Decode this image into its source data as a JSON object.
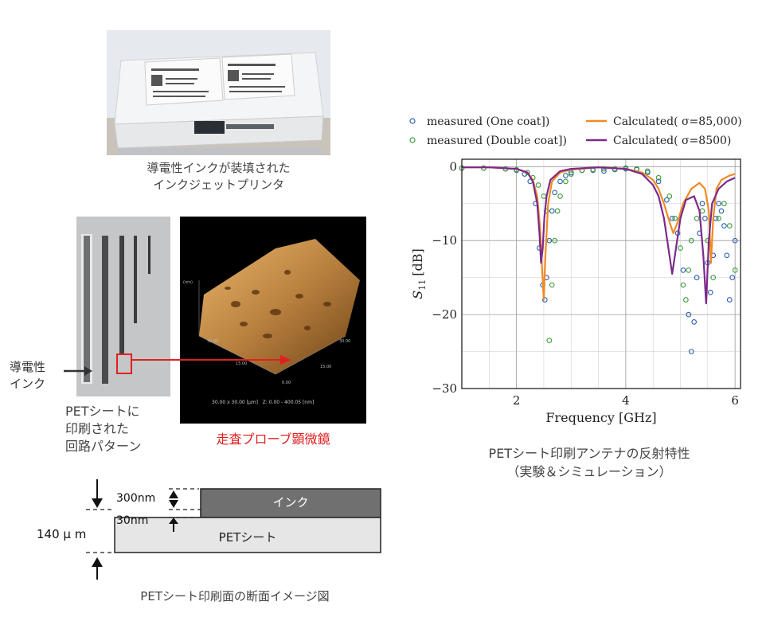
{
  "printer_caption": [
    "導電性インクが装填された",
    "インクジェットプリンタ"
  ],
  "ink_label": [
    "導電性",
    "インク"
  ],
  "pattern_caption": [
    "PETシートに",
    "印刷された",
    "回路パターン"
  ],
  "afm_caption": "走査プローブ顕微鏡",
  "afm_labels": {
    "z_axis": "(nm)",
    "tick_a": "30.00",
    "tick_b": "30.00",
    "tick_c": "15.00",
    "tick_d": "15.00",
    "tick_e": "0.00",
    "footer": "30.00 x 30.00 [μm]   Z: 0.00 - 400.05 [nm]"
  },
  "cross_section": {
    "ink_label": "インク",
    "pet_label": "PETシート",
    "dim_300": "300nm",
    "dim_30": "30nm",
    "dim_140": "140 μ m",
    "caption": "PETシート印刷面の断面イメージ図"
  },
  "chart_caption": [
    "PETシート印刷アンテナの反射特性",
    "（実験＆シミュレーション）"
  ],
  "colors": {
    "measured_one": "#2a5fb0",
    "measured_double": "#3c9a3c",
    "calc_85000": "#f08a24",
    "calc_8500": "#7b2a8a",
    "arrow_red": "#e02020",
    "afm_caption_red": "#e02020"
  },
  "chart_data": {
    "type": "line",
    "xlabel": "Frequency [GHz]",
    "ylabel": "S11 [dB]",
    "ylabel_main": "S",
    "ylabel_sub": "11",
    "ylabel_unit": "[dB]",
    "xlim": [
      1,
      6.1
    ],
    "ylim": [
      -30,
      1
    ],
    "xticks": [
      2,
      4,
      6
    ],
    "yticks": [
      0,
      -10,
      -20,
      -30
    ],
    "yticklabels": [
      "0",
      "−10",
      "−20",
      "−30"
    ],
    "grid": true,
    "legend_placement": "top",
    "series": [
      {
        "name": "measured (One coat])",
        "kind": "scatter",
        "x": [
          1.0,
          1.4,
          1.8,
          2.0,
          2.15,
          2.25,
          2.35,
          2.42,
          2.48,
          2.52,
          2.55,
          2.6,
          2.65,
          2.7,
          2.8,
          2.9,
          3.0,
          3.2,
          3.4,
          3.6,
          3.8,
          4.0,
          4.2,
          4.4,
          4.6,
          4.75,
          4.85,
          4.95,
          5.05,
          5.15,
          5.2,
          5.25,
          5.3,
          5.35,
          5.4,
          5.45,
          5.5,
          5.55,
          5.6,
          5.65,
          5.7,
          5.75,
          5.8,
          5.85,
          5.9,
          5.95,
          6.0
        ],
        "y": [
          -0.2,
          -0.2,
          -0.3,
          -0.5,
          -1.0,
          -2.0,
          -5.0,
          -11.0,
          -16.0,
          -18.0,
          -15.0,
          -10.0,
          -6.0,
          -3.5,
          -2.0,
          -1.2,
          -0.8,
          -0.5,
          -0.5,
          -0.6,
          -0.4,
          -0.3,
          -0.4,
          -0.8,
          -2.0,
          -4.5,
          -7.0,
          -9.0,
          -14.0,
          -20.0,
          -25.0,
          -21.0,
          -15.0,
          -9.0,
          -5.0,
          -7.0,
          -13.0,
          -17.0,
          -12.0,
          -7.0,
          -5.0,
          -6.0,
          -8.0,
          -12.0,
          -18.0,
          -15.0,
          -10.0
        ]
      },
      {
        "name": "measured (Double coat])",
        "kind": "scatter",
        "x": [
          1.0,
          1.4,
          1.8,
          2.0,
          2.2,
          2.3,
          2.4,
          2.5,
          2.55,
          2.6,
          2.65,
          2.7,
          2.75,
          2.8,
          2.9,
          3.0,
          3.2,
          3.4,
          3.6,
          3.8,
          4.0,
          4.2,
          4.4,
          4.6,
          4.8,
          4.9,
          5.0,
          5.05,
          5.1,
          5.15,
          5.2,
          5.3,
          5.4,
          5.5,
          5.6,
          5.7,
          5.8,
          5.9,
          6.0
        ],
        "y": [
          -0.2,
          -0.2,
          -0.3,
          -0.4,
          -0.8,
          -1.5,
          -2.5,
          -4.0,
          -6.0,
          -23.5,
          -16.0,
          -10.0,
          -6.0,
          -4.0,
          -2.0,
          -1.0,
          -0.5,
          -0.4,
          -0.3,
          -0.3,
          -0.2,
          -0.3,
          -0.6,
          -1.5,
          -4.0,
          -7.0,
          -11.0,
          -16.0,
          -18.0,
          -14.0,
          -10.0,
          -7.0,
          -6.0,
          -10.0,
          -15.0,
          -7.0,
          -5.0,
          -8.0,
          -14.0
        ]
      },
      {
        "name": "Calculated( σ=85,000)",
        "kind": "line",
        "x": [
          1.0,
          1.5,
          2.0,
          2.2,
          2.3,
          2.38,
          2.43,
          2.47,
          2.5,
          2.53,
          2.58,
          2.65,
          2.8,
          3.0,
          3.5,
          4.0,
          4.3,
          4.5,
          4.6,
          4.7,
          4.8,
          4.87,
          4.95,
          5.05,
          5.2,
          5.35,
          5.45,
          5.52,
          5.56,
          5.6,
          5.66,
          5.75,
          5.9,
          6.0
        ],
        "y": [
          -0.1,
          -0.1,
          -0.3,
          -0.8,
          -1.8,
          -4.0,
          -8.0,
          -14.0,
          -18.0,
          -12.0,
          -5.0,
          -2.0,
          -0.8,
          -0.4,
          -0.1,
          -0.3,
          -0.8,
          -1.8,
          -3.0,
          -5.0,
          -7.5,
          -9.0,
          -7.5,
          -5.0,
          -3.0,
          -2.2,
          -3.0,
          -6.0,
          -13.0,
          -7.0,
          -3.0,
          -1.8,
          -1.2,
          -1.0
        ]
      },
      {
        "name": "Calculated( σ=8500)",
        "kind": "line",
        "x": [
          1.0,
          1.5,
          2.0,
          2.2,
          2.3,
          2.38,
          2.42,
          2.45,
          2.48,
          2.51,
          2.55,
          2.62,
          2.8,
          3.0,
          3.5,
          4.0,
          4.3,
          4.5,
          4.6,
          4.7,
          4.78,
          4.85,
          4.92,
          5.0,
          5.1,
          5.25,
          5.35,
          5.42,
          5.47,
          5.52,
          5.58,
          5.7,
          5.85,
          6.0
        ],
        "y": [
          -0.1,
          -0.1,
          -0.3,
          -0.8,
          -2.0,
          -5.0,
          -9.0,
          -13.0,
          -11.0,
          -7.0,
          -4.0,
          -1.8,
          -0.6,
          -0.3,
          -0.1,
          -0.3,
          -1.0,
          -2.5,
          -4.0,
          -7.0,
          -11.0,
          -14.5,
          -11.0,
          -7.0,
          -4.5,
          -4.0,
          -6.0,
          -12.0,
          -18.5,
          -10.0,
          -5.0,
          -3.0,
          -2.0,
          -1.5
        ]
      }
    ]
  }
}
